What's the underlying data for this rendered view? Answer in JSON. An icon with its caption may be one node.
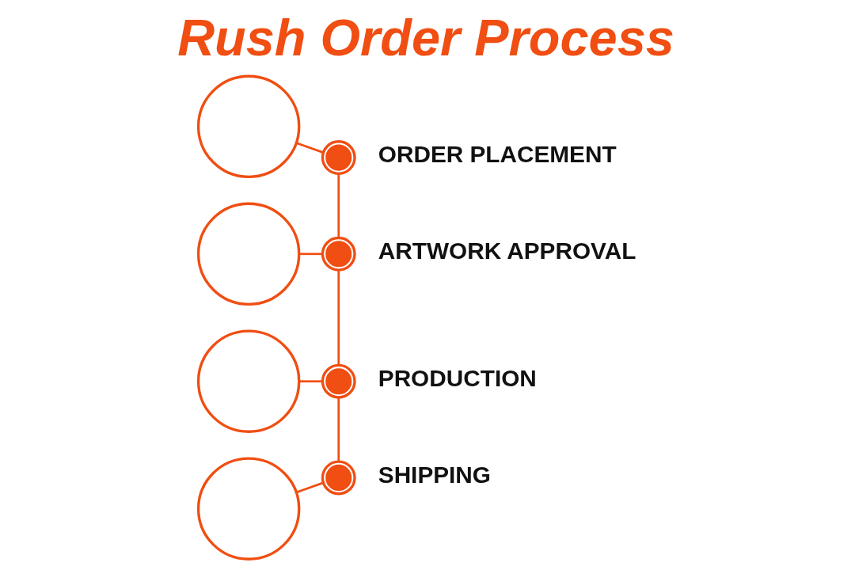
{
  "diagram": {
    "title": "Rush Order Process",
    "nodes": [
      {
        "text": [],
        "shape": "circle"
      },
      {
        "text": [],
        "shape": "circle"
      },
      {
        "text": [],
        "shape": "circle"
      },
      {
        "text": [],
        "shape": "circle"
      },
      {
        "text": [],
        "shape": "circle",
        "beside": [
          "ORDER PLACEMENT"
        ]
      },
      {
        "text": [],
        "shape": "circle",
        "beside": [
          "ARTWORK APPROVAL"
        ]
      },
      {
        "text": [],
        "shape": "circle",
        "beside": [
          "PRODUCTION"
        ]
      },
      {
        "text": [],
        "shape": "circle",
        "beside": [
          "SHIPPING"
        ]
      }
    ],
    "edges": [
      {
        "from": 0,
        "to": 4,
        "arrow": "none"
      },
      {
        "from": 1,
        "to": 5,
        "arrow": "none"
      },
      {
        "from": 2,
        "to": 6,
        "arrow": "none"
      },
      {
        "from": 3,
        "to": 7,
        "arrow": "none"
      },
      {
        "from": 4,
        "to": 5,
        "arrow": "none"
      },
      {
        "from": 5,
        "to": 6,
        "arrow": "none"
      },
      {
        "from": 6,
        "to": 7,
        "arrow": "none"
      }
    ]
  }
}
